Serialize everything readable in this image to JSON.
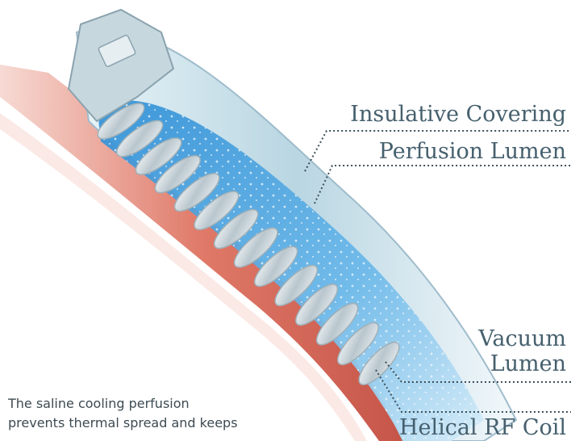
{
  "labels": {
    "insulative_covering": "Insulative Covering",
    "perfusion_lumen": "Perfusion Lumen",
    "vacuum_lumen_line1": "Vacuum",
    "vacuum_lumen_line2": "Lumen",
    "helical_rf_coil": "Helical RF Coil"
  },
  "caption": {
    "line1": "The saline cooling perfusion",
    "line2": "prevents thermal spread and keeps"
  },
  "colors": {
    "label_text": "#46606e",
    "leader_line": "#3b4f5a",
    "tissue": "#d9624f",
    "perfusion_fluid": "#5aa9e0",
    "covering": "#cfe6ef",
    "coil_metal": "#c9d3d8"
  }
}
